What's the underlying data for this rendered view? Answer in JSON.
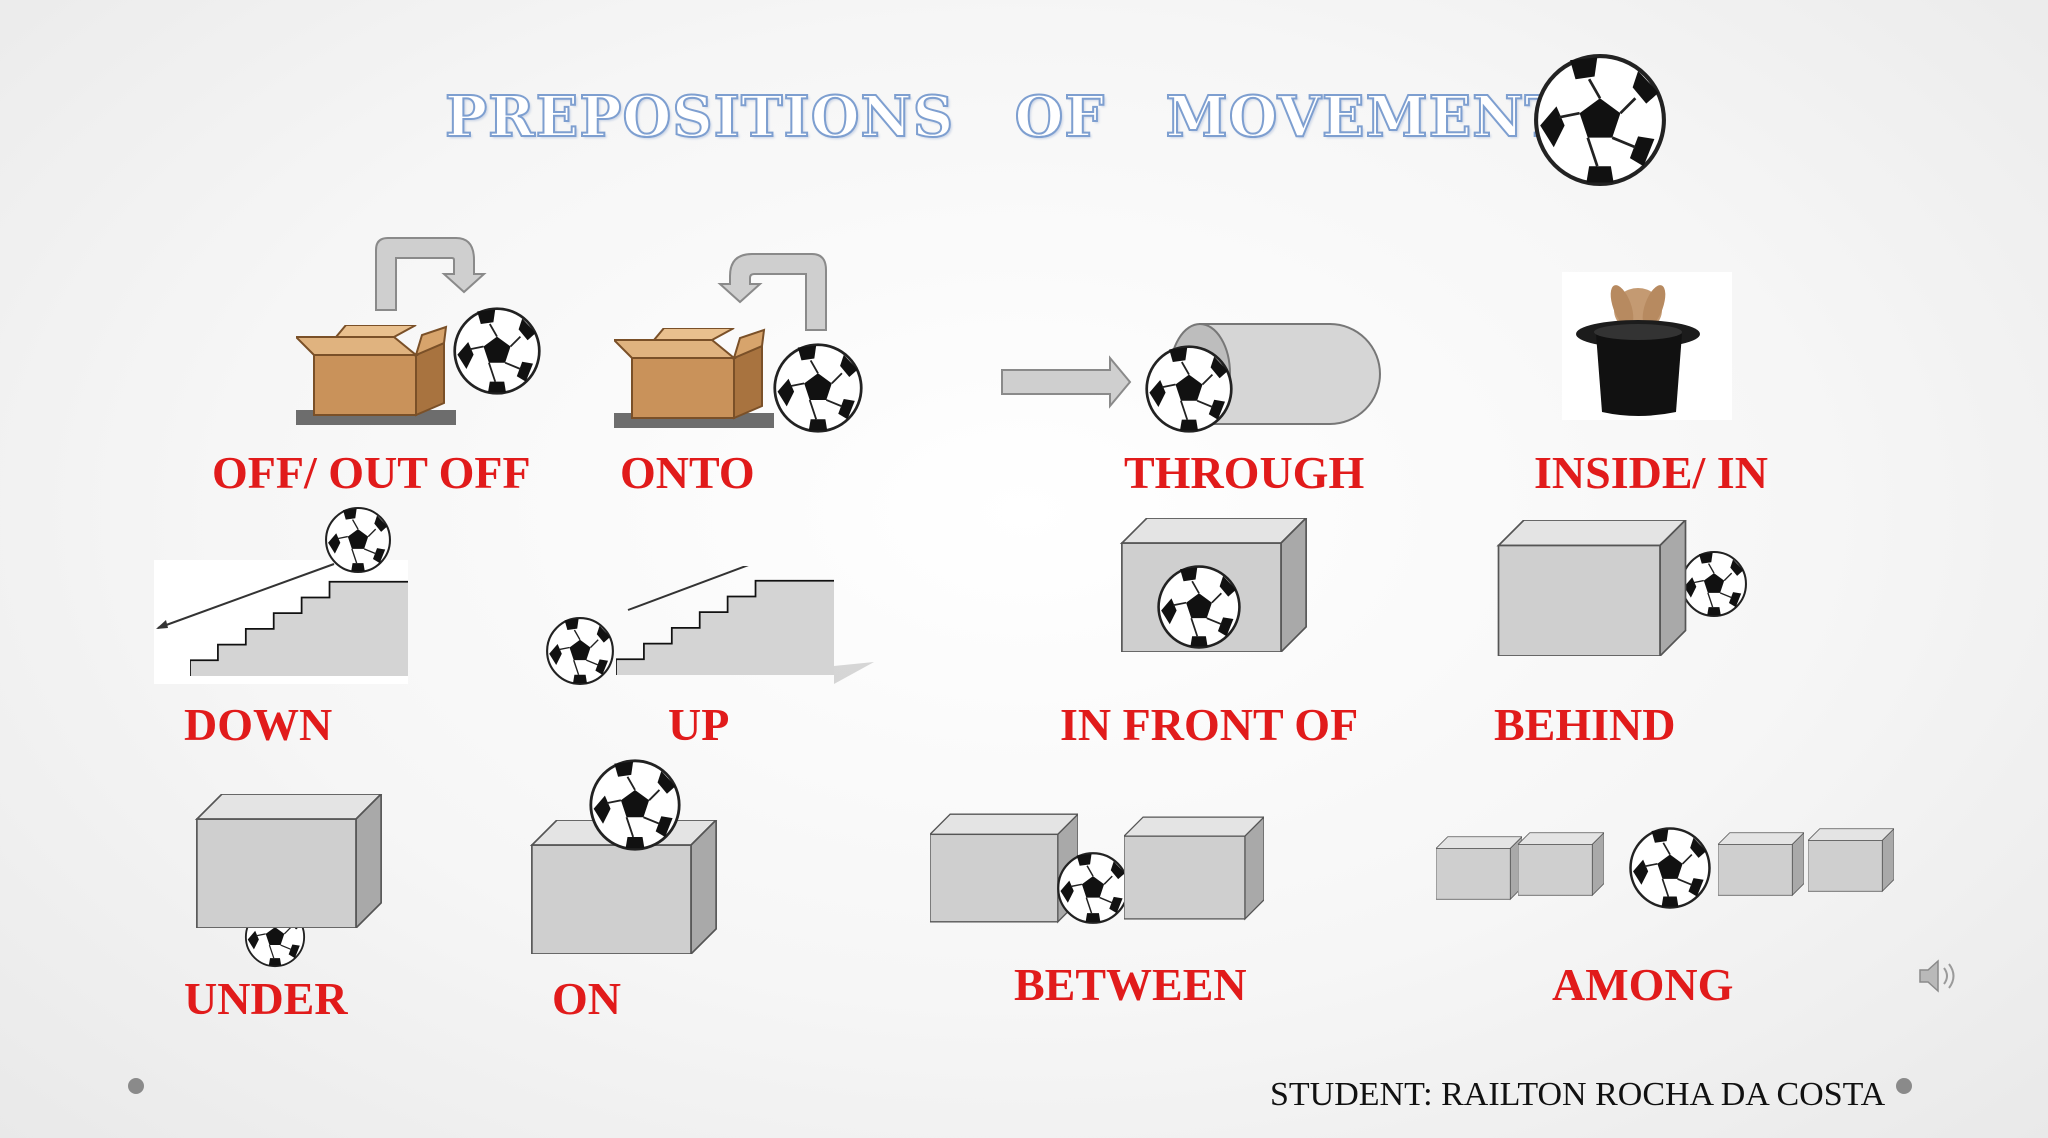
{
  "title": "PREPOSITIONS OF MOVEMENT",
  "labels": {
    "off_out_off": "OFF/ OUT OFF",
    "onto": "ONTO",
    "through": "THROUGH",
    "inside_in": "INSIDE/ IN",
    "down": "DOWN",
    "up": "UP",
    "in_front_of": "IN FRONT OF",
    "behind": "BEHIND",
    "under": "UNDER",
    "on": "ON",
    "between": "BETWEEN",
    "among": "AMONG"
  },
  "footer": {
    "student": "STUDENT: RAILTON ROCHA DA COSTA"
  },
  "colors": {
    "label": "#e11b1b",
    "title_outline": "#7e9fd0",
    "cube_front": "#cfcfcf"
  },
  "icons": [
    "soccer-ball-icon",
    "speaker-icon"
  ]
}
